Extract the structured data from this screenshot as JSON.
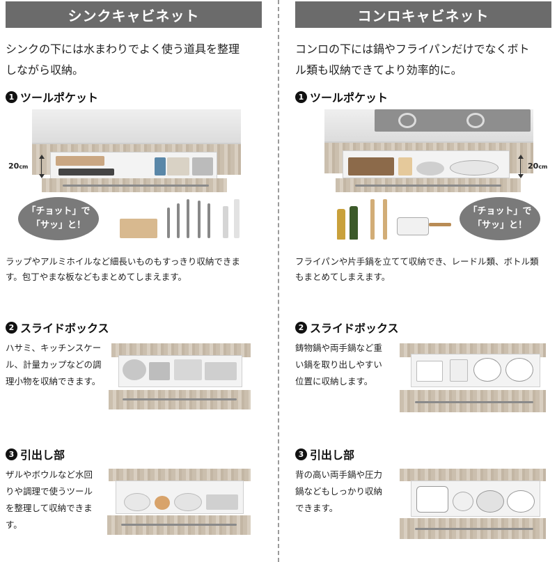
{
  "sink": {
    "header": "シンクキャビネット",
    "intro_lines": [
      "シンクの下には水まわりでよく使う道具を整理",
      "しながら収納。"
    ],
    "sections": [
      {
        "number": "1",
        "title": "ツールポケット",
        "dimension": "20",
        "dimension_unit": "cm",
        "bubble_lines": [
          "「チョット」で",
          "「サッ」と！"
        ],
        "caption_lines": [
          "ラップやアルミホイルなど細長いものもすっきり収納できま",
          "す。包丁やまな板などもまとめてしまえます。"
        ]
      },
      {
        "number": "2",
        "title": "スライドボックス",
        "text_lines": [
          "ハサミ、キッチンスケー",
          "ル、計量カップなどの調",
          "理小物を収納できます。"
        ]
      },
      {
        "number": "3",
        "title": "引出し部",
        "text_lines": [
          "ザルやボウルなど水回",
          "りや調理で使うツール",
          "を整理して収納できま",
          "す。"
        ]
      }
    ]
  },
  "stove": {
    "header": "コンロキャビネット",
    "intro_lines": [
      "コンロの下には鍋やフライパンだけでなくボト",
      "ル類も収納できてより効率的に。"
    ],
    "sections": [
      {
        "number": "1",
        "title": "ツールポケット",
        "dimension": "20",
        "dimension_unit": "cm",
        "bubble_lines": [
          "「チョット」で",
          "「サッ」と！"
        ],
        "caption_lines": [
          "フライパンや片手鍋を立てて収納でき、レードル類、ボトル類",
          "もまとめてしまえます。"
        ]
      },
      {
        "number": "2",
        "title": "スライドボックス",
        "text_lines": [
          "鋳物鍋や両手鍋など重",
          "い鍋を取り出しやすい",
          "位置に収納します。"
        ]
      },
      {
        "number": "3",
        "title": "引出し部",
        "text_lines": [
          "背の高い両手鍋や圧力",
          "鍋などもしっかり収納",
          "できます。"
        ]
      }
    ]
  },
  "colors": {
    "header_bg": "#6b6b6b",
    "bubble_bg": "#7a7a7a",
    "wood": "#cbbfae"
  }
}
